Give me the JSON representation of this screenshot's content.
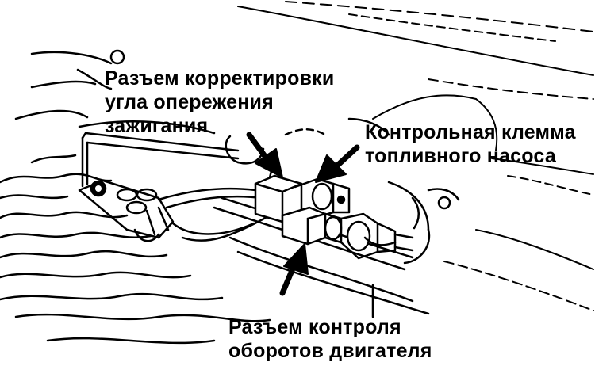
{
  "labels": {
    "ignition_timing_connector": [
      "Разъем корректировки",
      "угла опережения",
      "зажигания"
    ],
    "fuel_pump_terminal": [
      "Контрольная клемма",
      "топливного насоса"
    ],
    "engine_speed_connector": [
      "Разъем контроля",
      "оборотов двигателя"
    ]
  },
  "colors": {
    "ink": "#000000",
    "paper": "#ffffff"
  }
}
